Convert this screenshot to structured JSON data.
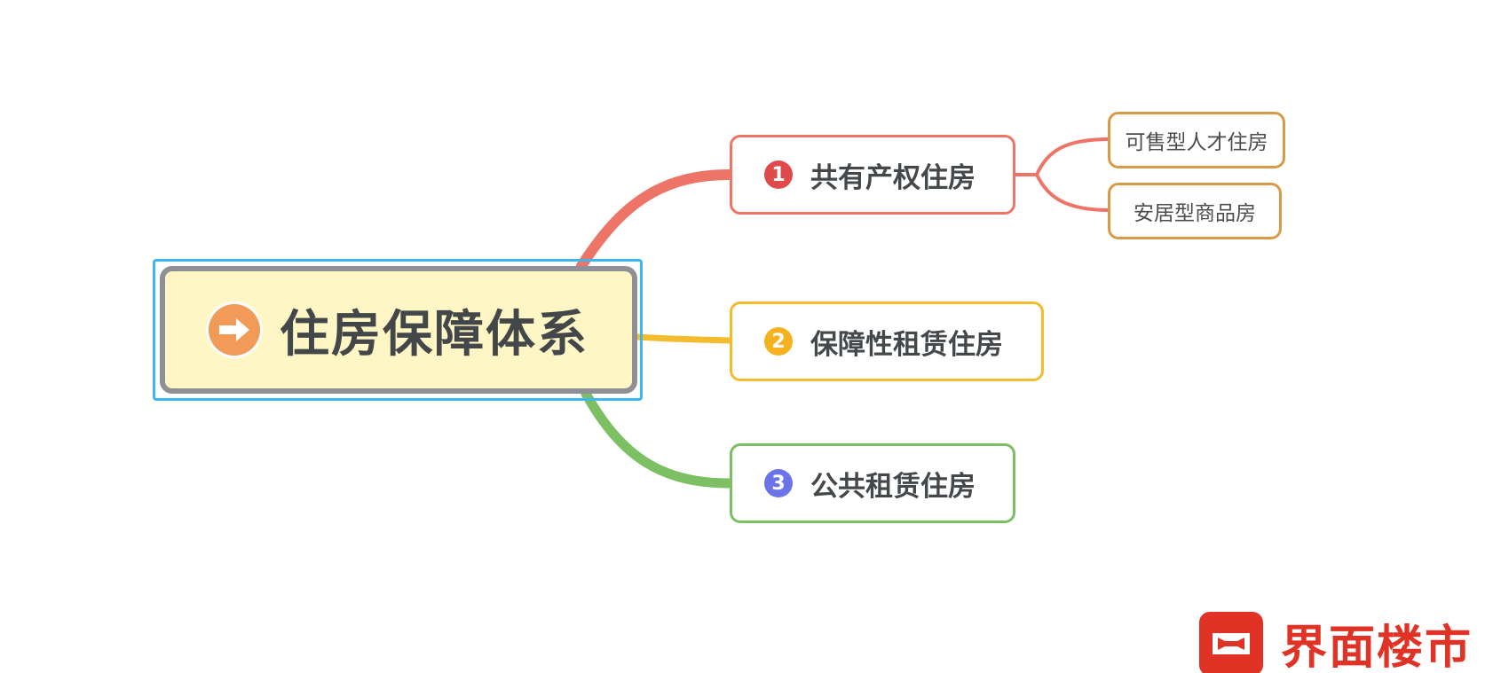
{
  "root": {
    "title": "住房保障体系",
    "icon": "arrow-right-circle-icon",
    "fill_color": "#fef6c4",
    "border_color": "#8f9097",
    "icon_color": "#f29b59",
    "selection_color": "#3eb6ea"
  },
  "branches": [
    {
      "number": "1",
      "label": "共有产权住房",
      "color": "#ee7468",
      "badge_color": "#e04a4a",
      "children": [
        {
          "label": "可售型人才住房"
        },
        {
          "label": "安居型商品房"
        }
      ]
    },
    {
      "number": "2",
      "label": "保障性租赁住房",
      "color": "#f4bb2d",
      "badge_color": "#f5b21e",
      "children": []
    },
    {
      "number": "3",
      "label": "公共租赁住房",
      "color": "#7cc063",
      "badge_color": "#6a73e8",
      "children": []
    }
  ],
  "leaf_color": "#d99a48",
  "watermark": {
    "text": "界面楼市",
    "icon": "jiemian-logo-icon",
    "color": "#e03326"
  }
}
